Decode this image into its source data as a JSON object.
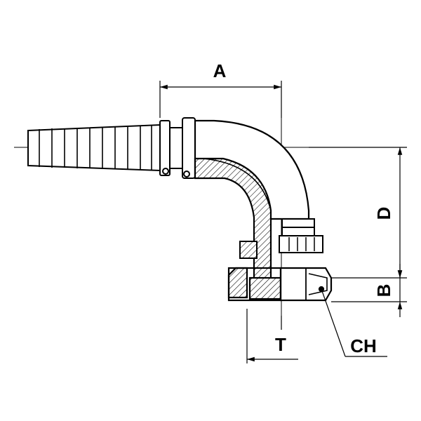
{
  "colors": {
    "line": "#000000",
    "body_fill": "#ffffff",
    "section_fill": "#d9d9d9",
    "centerline": "#555555"
  },
  "dimensions": {
    "A": "A",
    "D": "D",
    "B": "B",
    "T": "T",
    "CH": "CH"
  }
}
